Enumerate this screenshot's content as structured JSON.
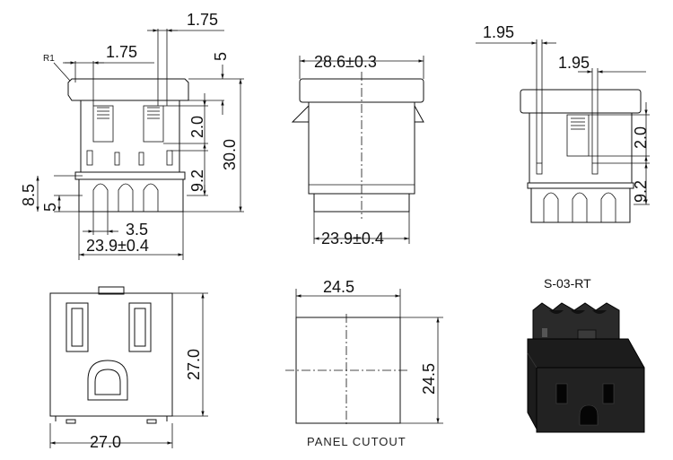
{
  "front_view": {
    "dim_top_tab": "1.75",
    "dim_left_tab": "1.75",
    "radius_label": "R1",
    "dim_lid": "5",
    "dim_clip": "2.0",
    "dim_height": "30.0",
    "dim_latch": "9.2",
    "dim_lower": "8.5",
    "dim_bottom": "5",
    "dim_pitch": "3.5",
    "dim_width": "23.9±0.4"
  },
  "side_view": {
    "dim_top": "28.6±0.3",
    "dim_bottom": "23.9±0.4"
  },
  "right_view": {
    "dim_top": "1.95",
    "dim_second": "1.95",
    "dim_clip": "2.0",
    "dim_latch": "9.2"
  },
  "face_view": {
    "dim_height": "27.0",
    "dim_width": "27.0"
  },
  "cutout_view": {
    "dim_width": "24.5",
    "dim_height": "24.5",
    "caption": "PANEL CUTOUT"
  },
  "product_photo": {
    "model_label": "S-03-RT"
  },
  "colors": {
    "line": "#111111",
    "texture": "#d8d8d8",
    "product_body": "#1c1c1c"
  }
}
